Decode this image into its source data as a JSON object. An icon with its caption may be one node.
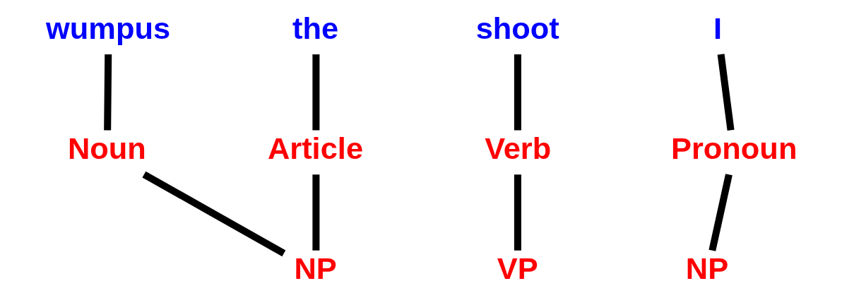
{
  "diagram": {
    "nodes": [
      {
        "text": [
          "wumpus"
        ]
      },
      {
        "text": [
          "the"
        ]
      },
      {
        "text": [
          "shoot"
        ]
      },
      {
        "text": [
          "I"
        ]
      },
      {
        "text": [
          "Noun"
        ]
      },
      {
        "text": [
          "Article"
        ]
      },
      {
        "text": [
          "Verb"
        ]
      },
      {
        "text": [
          "Pronoun"
        ]
      },
      {
        "text": [
          "NP"
        ]
      },
      {
        "text": [
          "VP"
        ]
      },
      {
        "text": [
          "NP"
        ]
      }
    ],
    "edges": [
      {
        "from": 8,
        "to": 4,
        "arrow": "none"
      },
      {
        "from": 8,
        "to": 5,
        "arrow": "none"
      },
      {
        "from": 9,
        "to": 6,
        "arrow": "none"
      },
      {
        "from": 10,
        "to": 7,
        "arrow": "none"
      },
      {
        "from": 4,
        "to": 0,
        "arrow": "none"
      },
      {
        "from": 5,
        "to": 1,
        "arrow": "none"
      },
      {
        "from": 6,
        "to": 2,
        "arrow": "none"
      },
      {
        "from": 7,
        "to": 3,
        "arrow": "none"
      }
    ]
  }
}
